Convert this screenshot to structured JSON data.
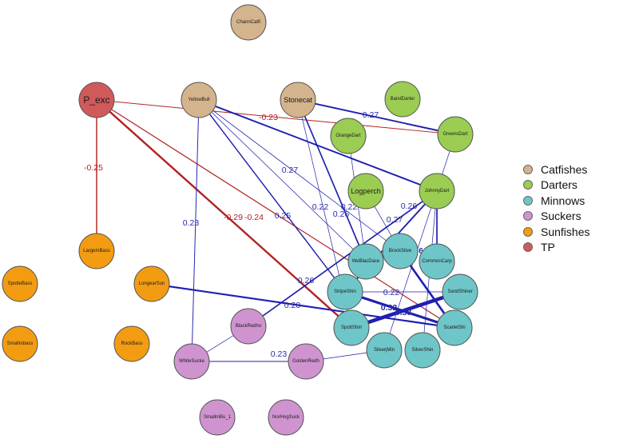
{
  "groups": [
    {
      "id": "catfishes",
      "label": "Catfishes",
      "color": "#d4b48c"
    },
    {
      "id": "darters",
      "label": "Darters",
      "color": "#9acd52"
    },
    {
      "id": "minnows",
      "label": "Minnows",
      "color": "#6ec6c8"
    },
    {
      "id": "suckers",
      "label": "Suckers",
      "color": "#cf94d0"
    },
    {
      "id": "sunfishes",
      "label": "Sunfishes",
      "color": "#f39c12"
    },
    {
      "id": "tp",
      "label": "TP",
      "color": "#d05a5a"
    }
  ],
  "nodes": [
    {
      "id": "ChannCatfi",
      "label": "ChannCatfi",
      "group": "catfishes"
    },
    {
      "id": "YellowBull",
      "label": "YellowBull",
      "group": "catfishes"
    },
    {
      "id": "Stonecat",
      "label": "Stonecat",
      "group": "catfishes"
    },
    {
      "id": "P_exc",
      "label": "P_exc",
      "group": "tp"
    },
    {
      "id": "BandDarter",
      "label": "BandDarter",
      "group": "darters"
    },
    {
      "id": "OrangeDart",
      "label": "OrangeDart",
      "group": "darters"
    },
    {
      "id": "GreensDart",
      "label": "GreensDart",
      "group": "darters"
    },
    {
      "id": "Logperch",
      "label": "Logperch",
      "group": "darters"
    },
    {
      "id": "JohnnyDart",
      "label": "JohnnyDart",
      "group": "darters"
    },
    {
      "id": "LargemBass",
      "label": "LargemBass",
      "group": "sunfishes"
    },
    {
      "id": "SpotteBass",
      "label": "SpotteBass",
      "group": "sunfishes"
    },
    {
      "id": "LongearSun",
      "label": "LongearSun",
      "group": "sunfishes"
    },
    {
      "id": "Smallmbass",
      "label": "Smallmbass",
      "group": "sunfishes"
    },
    {
      "id": "RockBass",
      "label": "RockBass",
      "group": "sunfishes"
    },
    {
      "id": "WeBlacDace",
      "label": "WeBlacDace",
      "group": "minnows"
    },
    {
      "id": "BrockSilve",
      "label": "BrockSilve",
      "group": "minnows"
    },
    {
      "id": "CommonCarp",
      "label": "CommonCarp",
      "group": "minnows"
    },
    {
      "id": "StripeShin",
      "label": "StripeShin",
      "group": "minnows"
    },
    {
      "id": "SandShiner",
      "label": "SandShiner",
      "group": "minnows"
    },
    {
      "id": "SpottShin",
      "label": "SpottShin",
      "group": "minnows"
    },
    {
      "id": "ScarletShi",
      "label": "ScarletShi",
      "group": "minnows"
    },
    {
      "id": "SilverjMin",
      "label": "SilverjMin",
      "group": "minnows"
    },
    {
      "id": "SilverShin",
      "label": "SilverShin",
      "group": "minnows"
    },
    {
      "id": "BlackRedho",
      "label": "BlackRedho",
      "group": "suckers"
    },
    {
      "id": "WhiteSucke",
      "label": "WhiteSucke",
      "group": "suckers"
    },
    {
      "id": "GoldenRedh",
      "label": "GoldenRedh",
      "group": "suckers"
    },
    {
      "id": "SmallmBu_1",
      "label": "SmallmBu_1",
      "group": "suckers"
    },
    {
      "id": "NorHogSuck",
      "label": "NorHogSuck",
      "group": "suckers"
    }
  ],
  "edges": [
    {
      "from": "P_exc",
      "to": "GreensDart",
      "weight": -0.23,
      "label": "-0.23"
    },
    {
      "from": "P_exc",
      "to": "LargemBass",
      "weight": -0.25,
      "label": "-0.25"
    },
    {
      "from": "P_exc",
      "to": "SpottShin",
      "weight": -0.29,
      "label": "-0.29"
    },
    {
      "from": "P_exc",
      "to": "ScarletShi",
      "weight": -0.24,
      "label": "-0.24"
    },
    {
      "from": "Stonecat",
      "to": "GreensDart",
      "weight": 0.27,
      "label": "0.27"
    },
    {
      "from": "YellowBull",
      "to": "WhiteSucke",
      "weight": 0.23,
      "label": "0.23"
    },
    {
      "from": "YellowBull",
      "to": "JohnnyDart",
      "weight": 0.27,
      "label": "0.27"
    },
    {
      "from": "YellowBull",
      "to": "StripeShin",
      "weight": 0.25,
      "label": "0.25"
    },
    {
      "from": "YellowBull",
      "to": "BrockSilve",
      "weight": 0.22,
      "label": "0.22"
    },
    {
      "from": "YellowBull",
      "to": "WeBlacDace",
      "weight": 0.2,
      "label": ""
    },
    {
      "from": "Stonecat",
      "to": "WeBlacDace",
      "weight": 0.26,
      "label": "0.26"
    },
    {
      "from": "Stonecat",
      "to": "SpottShin",
      "weight": 0.2,
      "label": ""
    },
    {
      "from": "GreensDart",
      "to": "SilverjMin",
      "weight": 0.2,
      "label": ""
    },
    {
      "from": "OrangeDart",
      "to": "WeBlacDace",
      "weight": 0.2,
      "label": ""
    },
    {
      "from": "Logperch",
      "to": "BrockSilve",
      "weight": 0.22,
      "label": "0.22"
    },
    {
      "from": "JohnnyDart",
      "to": "StripeShin",
      "weight": 0.27,
      "label": "0.27"
    },
    {
      "from": "JohnnyDart",
      "to": "CommonCarp",
      "weight": 0.26,
      "label": "0.26"
    },
    {
      "from": "JohnnyDart",
      "to": "BlackRedho",
      "weight": 0.26,
      "label": "0.26"
    },
    {
      "from": "JohnnyDart",
      "to": "SilverShin",
      "weight": 0.2,
      "label": ""
    },
    {
      "from": "LongearSun",
      "to": "ScarletShi",
      "weight": 0.28,
      "label": "0.28"
    },
    {
      "from": "StripeShin",
      "to": "SandShiner",
      "weight": 0.22,
      "label": "0.22"
    },
    {
      "from": "StripeShin",
      "to": "ScarletShi",
      "weight": 0.32,
      "label": "0.32"
    },
    {
      "from": "SpottShin",
      "to": "SandShiner",
      "weight": 0.38,
      "label": "0.38"
    },
    {
      "from": "BrockSilve",
      "to": "ScarletShi",
      "weight": 0.3,
      "label": "6"
    },
    {
      "from": "WhiteSucke",
      "to": "GoldenRedh",
      "weight": 0.23,
      "label": "0.23"
    },
    {
      "from": "WhiteSucke",
      "to": "BlackRedho",
      "weight": 0.2,
      "label": ""
    },
    {
      "from": "GoldenRedh",
      "to": "SilverjMin",
      "weight": 0.2,
      "label": ""
    }
  ]
}
